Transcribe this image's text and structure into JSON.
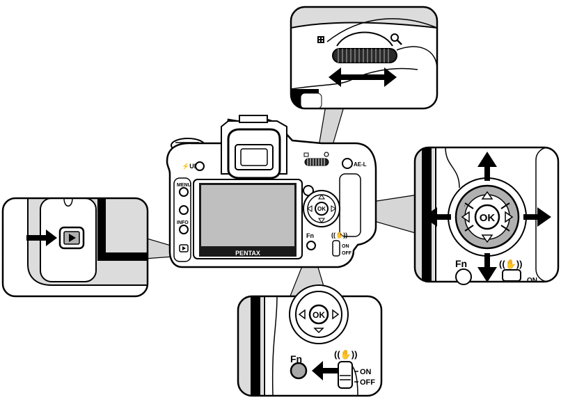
{
  "camera": {
    "brand": "PENTAX",
    "flash_up_label": "⚡UP",
    "menu_label": "MENU",
    "info_label": "INFO",
    "ok_label": "OK",
    "fn_label": "Fn",
    "ael_label": "AE-L",
    "on_label": "ON",
    "off_label": "OFF"
  },
  "callout_play": {
    "icon": "play-button-icon"
  },
  "callout_dial": {
    "left_icon": "thumbnail-icon",
    "right_icon": "magnify-icon"
  },
  "callout_dpad": {
    "ok_label": "OK",
    "fn_label": "Fn",
    "on_label": "ON",
    "shake_icon": "shake-reduction-icon"
  },
  "callout_fn": {
    "ok_label": "OK",
    "fn_label": "Fn",
    "on_label": "ON",
    "off_label": "OFF",
    "shake_icon": "shake-reduction-icon"
  },
  "colors": {
    "ink": "#000000",
    "panel_gray": "#dcdcdc",
    "button_gray": "#b0b0b0",
    "screen_gray": "#bfbfbf"
  }
}
